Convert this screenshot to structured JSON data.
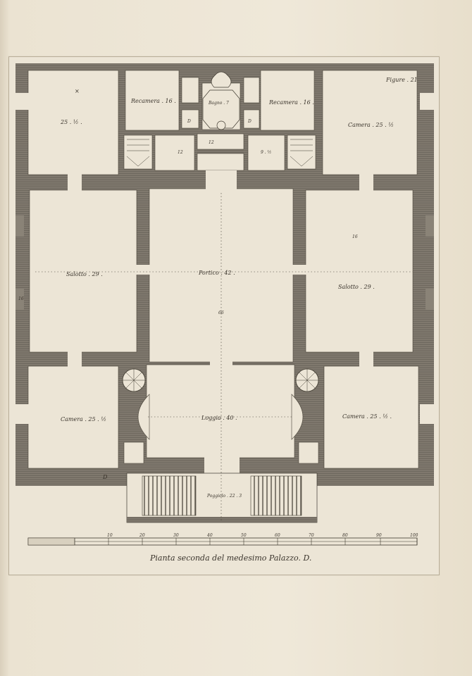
{
  "figure_label": "Figure . 21",
  "caption": "Pianta seconda del medesimo Palazzo. D.",
  "rooms": {
    "top_left": "25 . ½ .",
    "recamera_left": "Recamera . 16 .",
    "bagno": "Bagno . 7",
    "recamera_right": "Recamera . 16 .",
    "top_right": "Camera . 25 . ½",
    "salotto_left": "Salotto . 29 .",
    "portico": "Portico . 42 .",
    "salotto_right": "Salotto . 29 .",
    "camera_left": "Camera . 25 . ½",
    "loggia": "Loggia . 40 .",
    "camera_right": "Camera . 25 . ½ .",
    "poggiolo": "Poggiolo . 22 . 3"
  },
  "small_labels": {
    "stair_left": "12",
    "stair_mid": "12",
    "stair_right": "9 . ½",
    "bagno_small_a": "D",
    "bagno_small_b": "D",
    "mark_d": "D",
    "mark_x": "×",
    "dim_right": "16",
    "dim_vert": "66",
    "dim_left": "16"
  },
  "scale_bar": {
    "ticks": [
      "10",
      "20",
      "30",
      "40",
      "50",
      "60",
      "70",
      "80",
      "90",
      "100"
    ]
  }
}
